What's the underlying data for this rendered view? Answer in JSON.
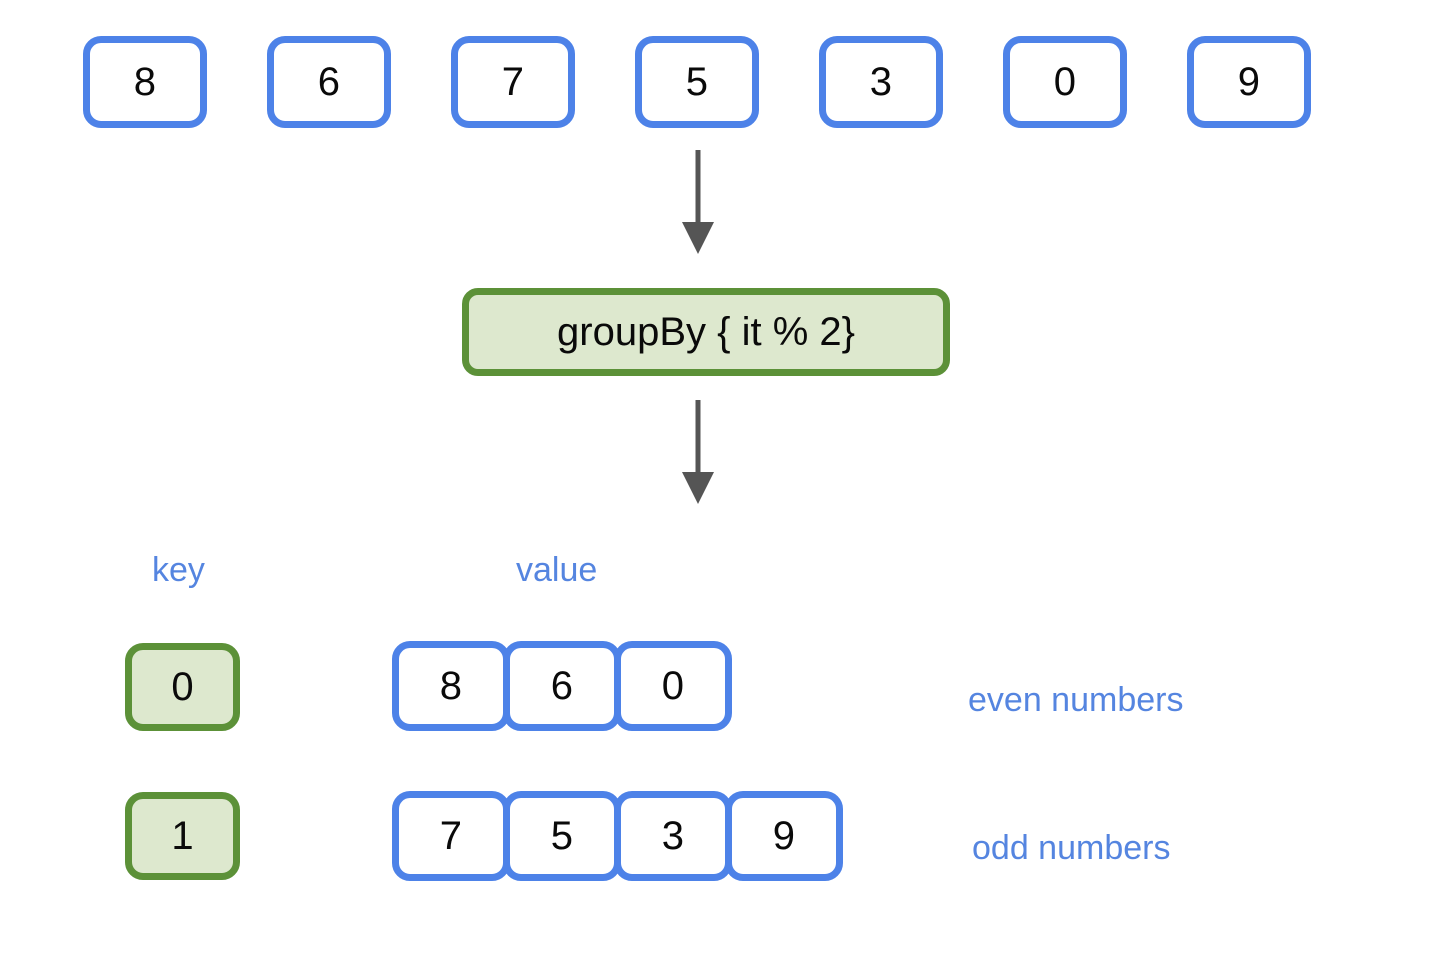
{
  "diagram": {
    "title": "groupBy operation diagram",
    "colors": {
      "blue_stroke": "#4d82e8",
      "blue_text": "#5585e0",
      "green_stroke": "#5c9138",
      "green_fill": "#dde8ce",
      "arrow": "#555555",
      "value_text": "#0a0a0a",
      "background": "#ffffff"
    },
    "input_row": {
      "name": "source-collection",
      "values": [
        "8",
        "6",
        "7",
        "5",
        "3",
        "0",
        "9"
      ]
    },
    "operation": {
      "label": "groupBy { it % 2}"
    },
    "arrows": [
      {
        "name": "arrow-input-to-operation"
      },
      {
        "name": "arrow-operation-to-result"
      }
    ],
    "result_headers": {
      "key": "key",
      "value": "value"
    },
    "result_rows": [
      {
        "key": "0",
        "values": [
          "8",
          "6",
          "0"
        ],
        "annotation": "even numbers"
      },
      {
        "key": "1",
        "values": [
          "7",
          "5",
          "3",
          "9"
        ],
        "annotation": "odd numbers"
      }
    ]
  }
}
